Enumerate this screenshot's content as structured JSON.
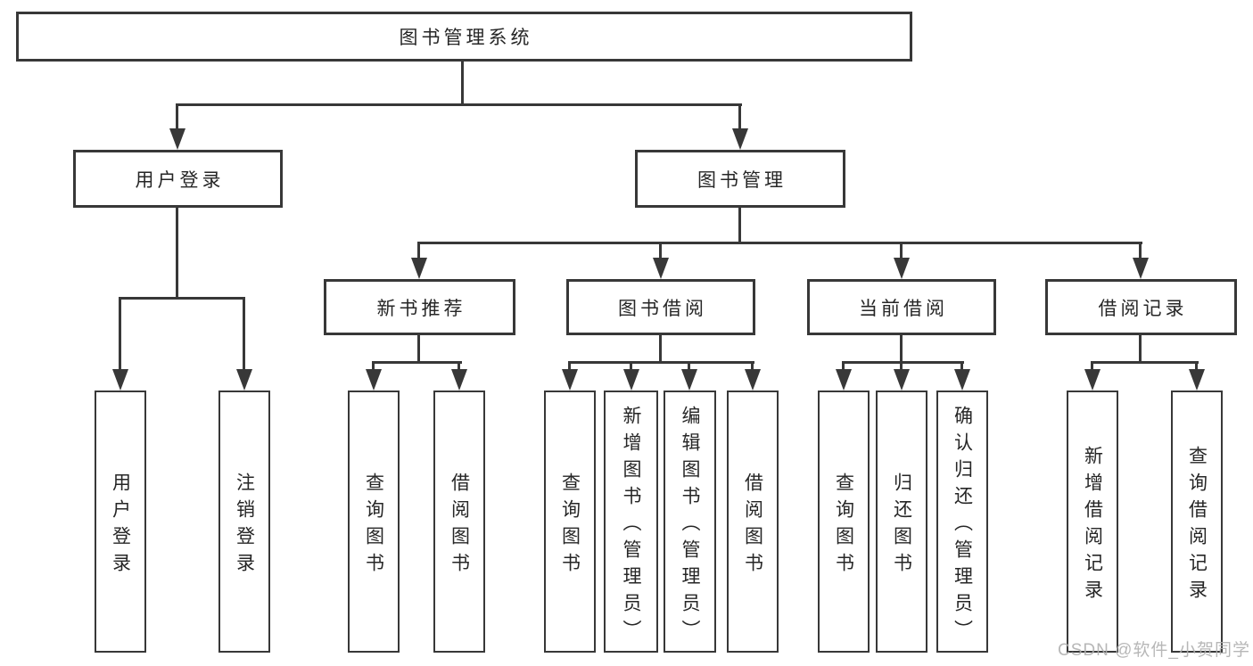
{
  "diagram": {
    "root": "图书管理系统",
    "branches": [
      {
        "label": "用户登录",
        "children": [
          "用户登录",
          "注销登录"
        ]
      },
      {
        "label": "图书管理",
        "children": [
          {
            "label": "新书推荐",
            "children": [
              "查询图书",
              "借阅图书"
            ]
          },
          {
            "label": "图书借阅",
            "children": [
              "查询图书",
              "新增图书（管理员）",
              "编辑图书（管理员）",
              "借阅图书"
            ]
          },
          {
            "label": "当前借阅",
            "children": [
              "查询图书",
              "归还图书",
              "确认归还（管理员）"
            ]
          },
          {
            "label": "借阅记录",
            "children": [
              "新增借阅记录",
              "查询借阅记录"
            ]
          }
        ]
      }
    ]
  },
  "watermark": {
    "text": "CSDN @软件_小贺同学"
  },
  "colors": {
    "line": "#383838",
    "text": "#262626",
    "watermark": "#b0b0b0",
    "background": "#ffffff"
  }
}
